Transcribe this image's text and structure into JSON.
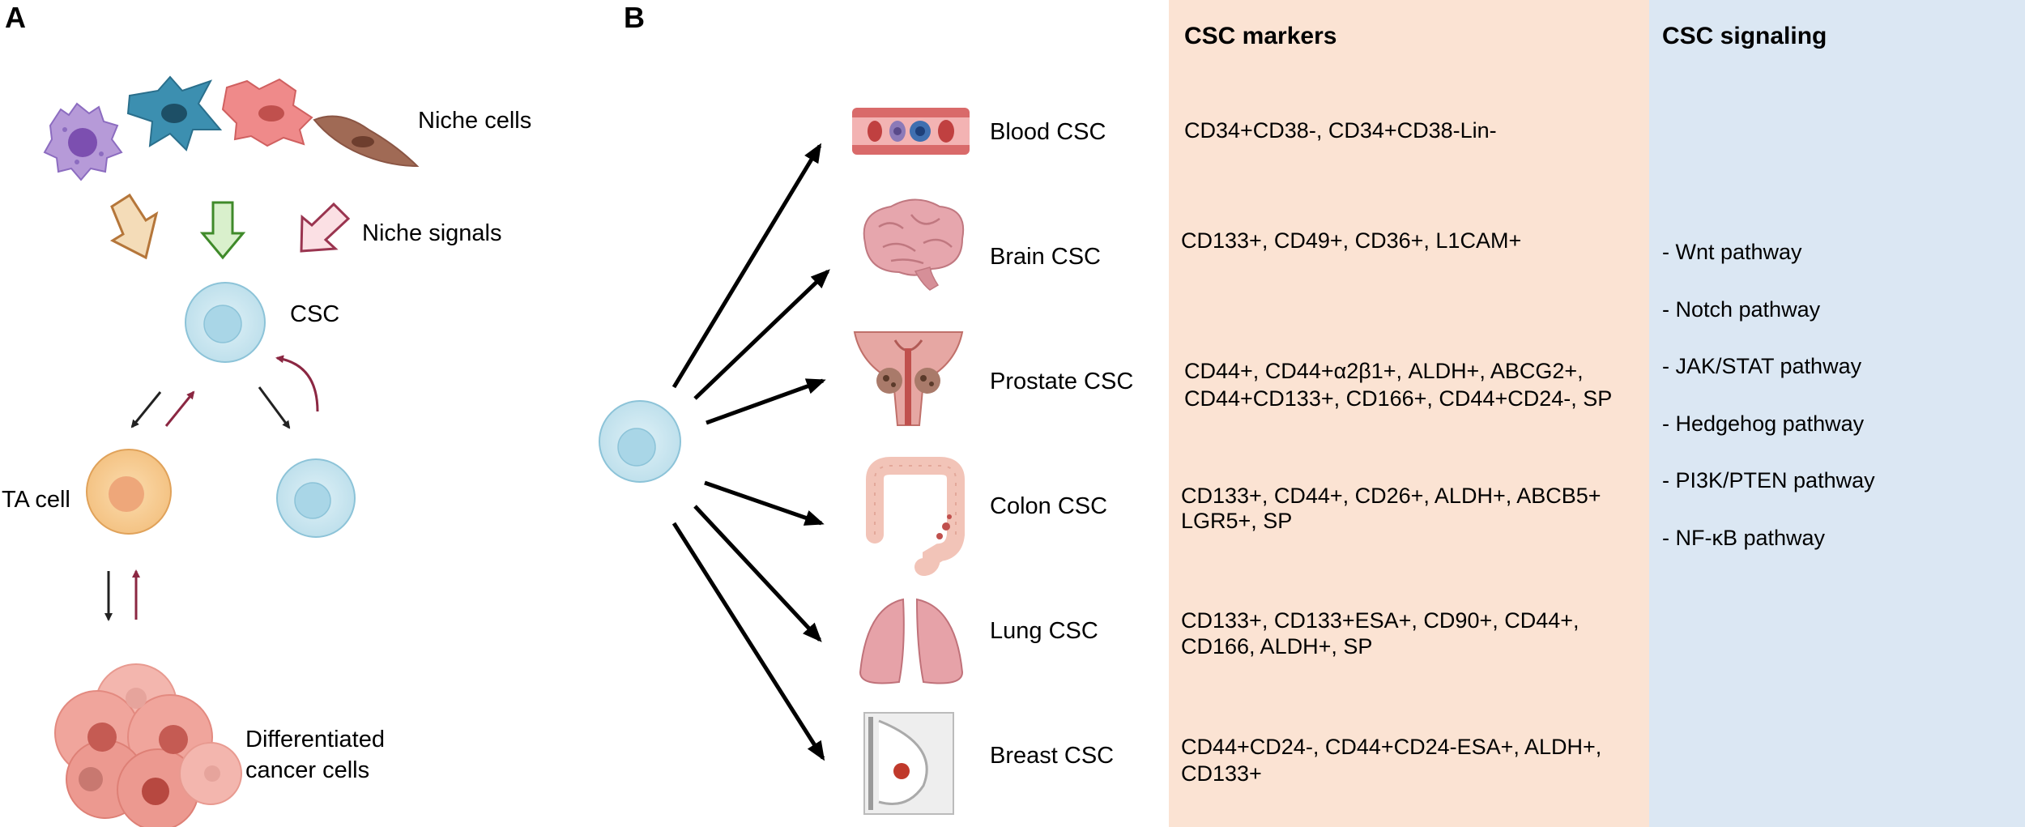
{
  "panelA": {
    "letter": "A",
    "niche_cells_label": "Niche cells",
    "niche_signals_label": "Niche signals",
    "csc_label": "CSC",
    "ta_cell_label": "TA cell",
    "differentiated_label_line1": "Differentiated",
    "differentiated_label_line2": "cancer cells"
  },
  "panelB": {
    "letter": "B",
    "markers_header": "CSC markers",
    "signaling_header": "CSC signaling",
    "rows": [
      {
        "organ": "Blood CSC",
        "markers": [
          "CD34+CD38-, CD34+CD38-Lin-"
        ]
      },
      {
        "organ": "Brain CSC",
        "markers": [
          "CD133+, CD49+, CD36+, L1CAM+"
        ]
      },
      {
        "organ": "Prostate CSC",
        "markers": [
          "CD44+, CD44+α2β1+, ALDH+, ABCG2+,",
          "CD44+CD133+, CD166+, CD44+CD24-, SP"
        ]
      },
      {
        "organ": "Colon CSC",
        "markers": [
          "CD133+, CD44+, CD26+, ALDH+, ABCB5+",
          "LGR5+, SP"
        ]
      },
      {
        "organ": "Lung CSC",
        "markers": [
          "CD133+, CD133+ESA+, CD90+, CD44+,",
          "CD166, ALDH+, SP"
        ]
      },
      {
        "organ": "Breast CSC",
        "markers": [
          "CD44+CD24-, CD44+CD24-ESA+, ALDH+,",
          "CD133+"
        ]
      }
    ],
    "pathways": [
      "- Wnt pathway",
      "- Notch pathway",
      "- JAK/STAT pathway",
      "- Hedgehog pathway",
      "- PI3K/PTEN pathway",
      "- NF-κB pathway"
    ]
  },
  "colors": {
    "markers_bg": "#fbe3d3",
    "signaling_bg": "#dbe7f3",
    "csc_cell": "#cfe8f2",
    "ta_cell": "#f7cf98",
    "cancer_cells": "#e8938a",
    "arrow_dark": "#222222",
    "arrow_red": "#8b2742"
  }
}
